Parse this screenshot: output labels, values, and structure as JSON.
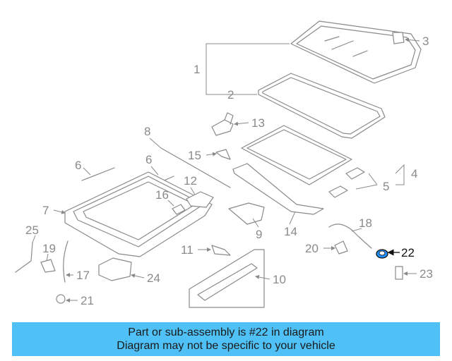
{
  "callouts": {
    "c1": "1",
    "c2": "2",
    "c3": "3",
    "c4": "4",
    "c5": "5",
    "c6a": "6",
    "c6b": "6",
    "c7": "7",
    "c8": "8",
    "c9": "9",
    "c10": "10",
    "c11": "11",
    "c12": "12",
    "c13": "13",
    "c14": "14",
    "c15": "15",
    "c16": "16",
    "c17": "17",
    "c18": "18",
    "c19": "19",
    "c20": "20",
    "c21": "21",
    "c22": "22",
    "c23": "23",
    "c24": "24",
    "c25": "25"
  },
  "highlight": {
    "part": "22",
    "color": "#1e90ff"
  },
  "colors": {
    "line": "#8a8a8a",
    "highlight_line": "#111111",
    "banner": "#4fc1f7"
  },
  "banner": {
    "line1": "Part or sub-assembly is #22 in diagram",
    "line2": "Diagram may not be specific to your vehicle"
  }
}
